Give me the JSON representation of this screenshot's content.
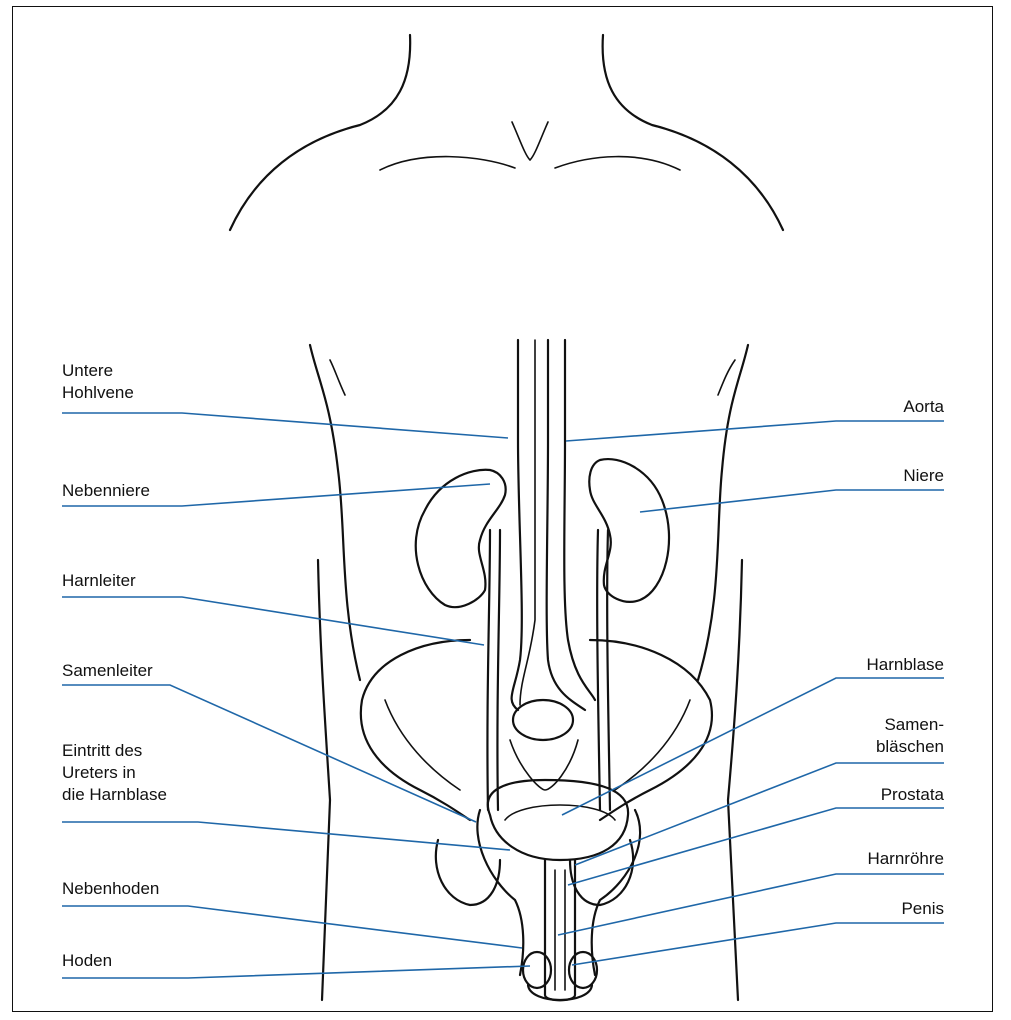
{
  "labels_left": [
    {
      "id": "untere-hohlvene",
      "text": "Untere\nHohlvene"
    },
    {
      "id": "nebenniere",
      "text": "Nebenniere"
    },
    {
      "id": "harnleiter",
      "text": "Harnleiter"
    },
    {
      "id": "samenleiter",
      "text": "Samenleiter"
    },
    {
      "id": "eintritt-ureter",
      "text": "Eintritt des\nUreters in\ndie Harnblase"
    },
    {
      "id": "nebenhoden",
      "text": "Nebenhoden"
    },
    {
      "id": "hoden",
      "text": "Hoden"
    }
  ],
  "labels_right": [
    {
      "id": "aorta",
      "text": "Aorta"
    },
    {
      "id": "niere",
      "text": "Niere"
    },
    {
      "id": "harnblase",
      "text": "Harnblase"
    },
    {
      "id": "samenblaeschen",
      "text": "Samen-\nbläschen"
    },
    {
      "id": "prostata",
      "text": "Prostata"
    },
    {
      "id": "harnroehre",
      "text": "Harnröhre"
    },
    {
      "id": "penis",
      "text": "Penis"
    }
  ],
  "colors": {
    "leader_line": "#1f67a8",
    "ink": "#111111"
  }
}
